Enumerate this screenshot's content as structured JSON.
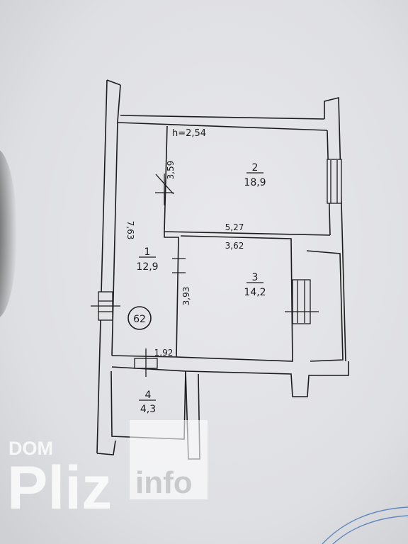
{
  "plan": {
    "ceiling_height": "h=2,54",
    "apartment_number": "62",
    "rooms": [
      {
        "number": "1",
        "area": "12,9"
      },
      {
        "number": "2",
        "area": "18,9"
      },
      {
        "number": "3",
        "area": "14,2"
      },
      {
        "number": "4",
        "area": "4,3"
      }
    ],
    "dimensions": {
      "room1_height": "7,63",
      "room1_width": "1,92",
      "room2_height": "3,59",
      "room2_width": "5,27",
      "room3_height": "3,93",
      "room3_width": "3,62"
    }
  },
  "watermark": {
    "small": "DOM",
    "brand": "Pliz",
    "suffix": "info"
  },
  "colors": {
    "paper": "#e6e6ea",
    "ink": "#1c1c1c",
    "watermark": "#ffffff",
    "stamp": "#3b6fb5"
  }
}
